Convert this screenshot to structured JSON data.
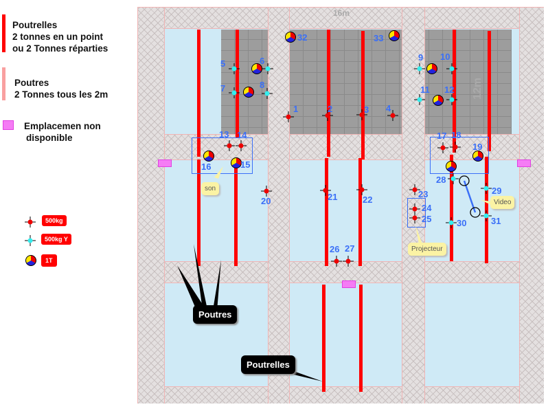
{
  "legend": {
    "poutrelles": {
      "title": "Poutrelles",
      "line1": "2 tonnes en un point",
      "line2": "ou 2 Tonnes réparties",
      "color": "#ff0000"
    },
    "poutres": {
      "title": "Poutres",
      "line1": "2 Tonnes tous les 2m",
      "color": "#f9a0a0"
    },
    "unavailable": {
      "line1": "Emplacemen non",
      "line2": "disponible",
      "color": "#f57cf5"
    },
    "markers": [
      {
        "icon": "red-crosshair-icon",
        "label": "500kg"
      },
      {
        "icon": "cyan-crosshair-icon",
        "label": "500kg Y"
      },
      {
        "icon": "tri-color-circle-icon",
        "label": "1T"
      }
    ]
  },
  "plan": {
    "dim_width": "16m",
    "dim_height": "12m",
    "callouts": {
      "son": "son",
      "video": "Video",
      "projecteur": "Projecteur",
      "poutres": "Poutres",
      "poutrelles": "Poutrelles"
    },
    "points": [
      {
        "label": "1",
        "type": "500kg"
      },
      {
        "label": "2",
        "type": "500kg"
      },
      {
        "label": "3",
        "type": "500kg"
      },
      {
        "label": "4",
        "type": "500kg"
      },
      {
        "label": "5",
        "type": "500kg Y"
      },
      {
        "label": "6",
        "type": "500kg Y"
      },
      {
        "label": "7",
        "type": "500kg Y"
      },
      {
        "label": "8",
        "type": "500kg Y"
      },
      {
        "label": "9",
        "type": "500kg Y"
      },
      {
        "label": "10",
        "type": "500kg Y"
      },
      {
        "label": "11",
        "type": "500kg Y"
      },
      {
        "label": "12",
        "type": "500kg Y"
      },
      {
        "label": "13",
        "type": "500kg"
      },
      {
        "label": "14",
        "type": "500kg"
      },
      {
        "label": "15",
        "type": "1T"
      },
      {
        "label": "16",
        "type": "1T"
      },
      {
        "label": "17",
        "type": "500kg"
      },
      {
        "label": "18",
        "type": "500kg"
      },
      {
        "label": "19",
        "type": "1T"
      },
      {
        "label": "20",
        "type": "500kg"
      },
      {
        "label": "21",
        "type": "500kg"
      },
      {
        "label": "22",
        "type": "500kg"
      },
      {
        "label": "23",
        "type": "500kg"
      },
      {
        "label": "24",
        "type": "500kg"
      },
      {
        "label": "25",
        "type": "500kg"
      },
      {
        "label": "26",
        "type": "500kg"
      },
      {
        "label": "27",
        "type": "500kg"
      },
      {
        "label": "28",
        "type": "500kg Y"
      },
      {
        "label": "29",
        "type": "500kg Y"
      },
      {
        "label": "30",
        "type": "500kg Y"
      },
      {
        "label": "31",
        "type": "500kg Y"
      },
      {
        "label": "32",
        "type": "1T"
      },
      {
        "label": "33",
        "type": "1T"
      }
    ],
    "extra_1T_count": 5
  }
}
